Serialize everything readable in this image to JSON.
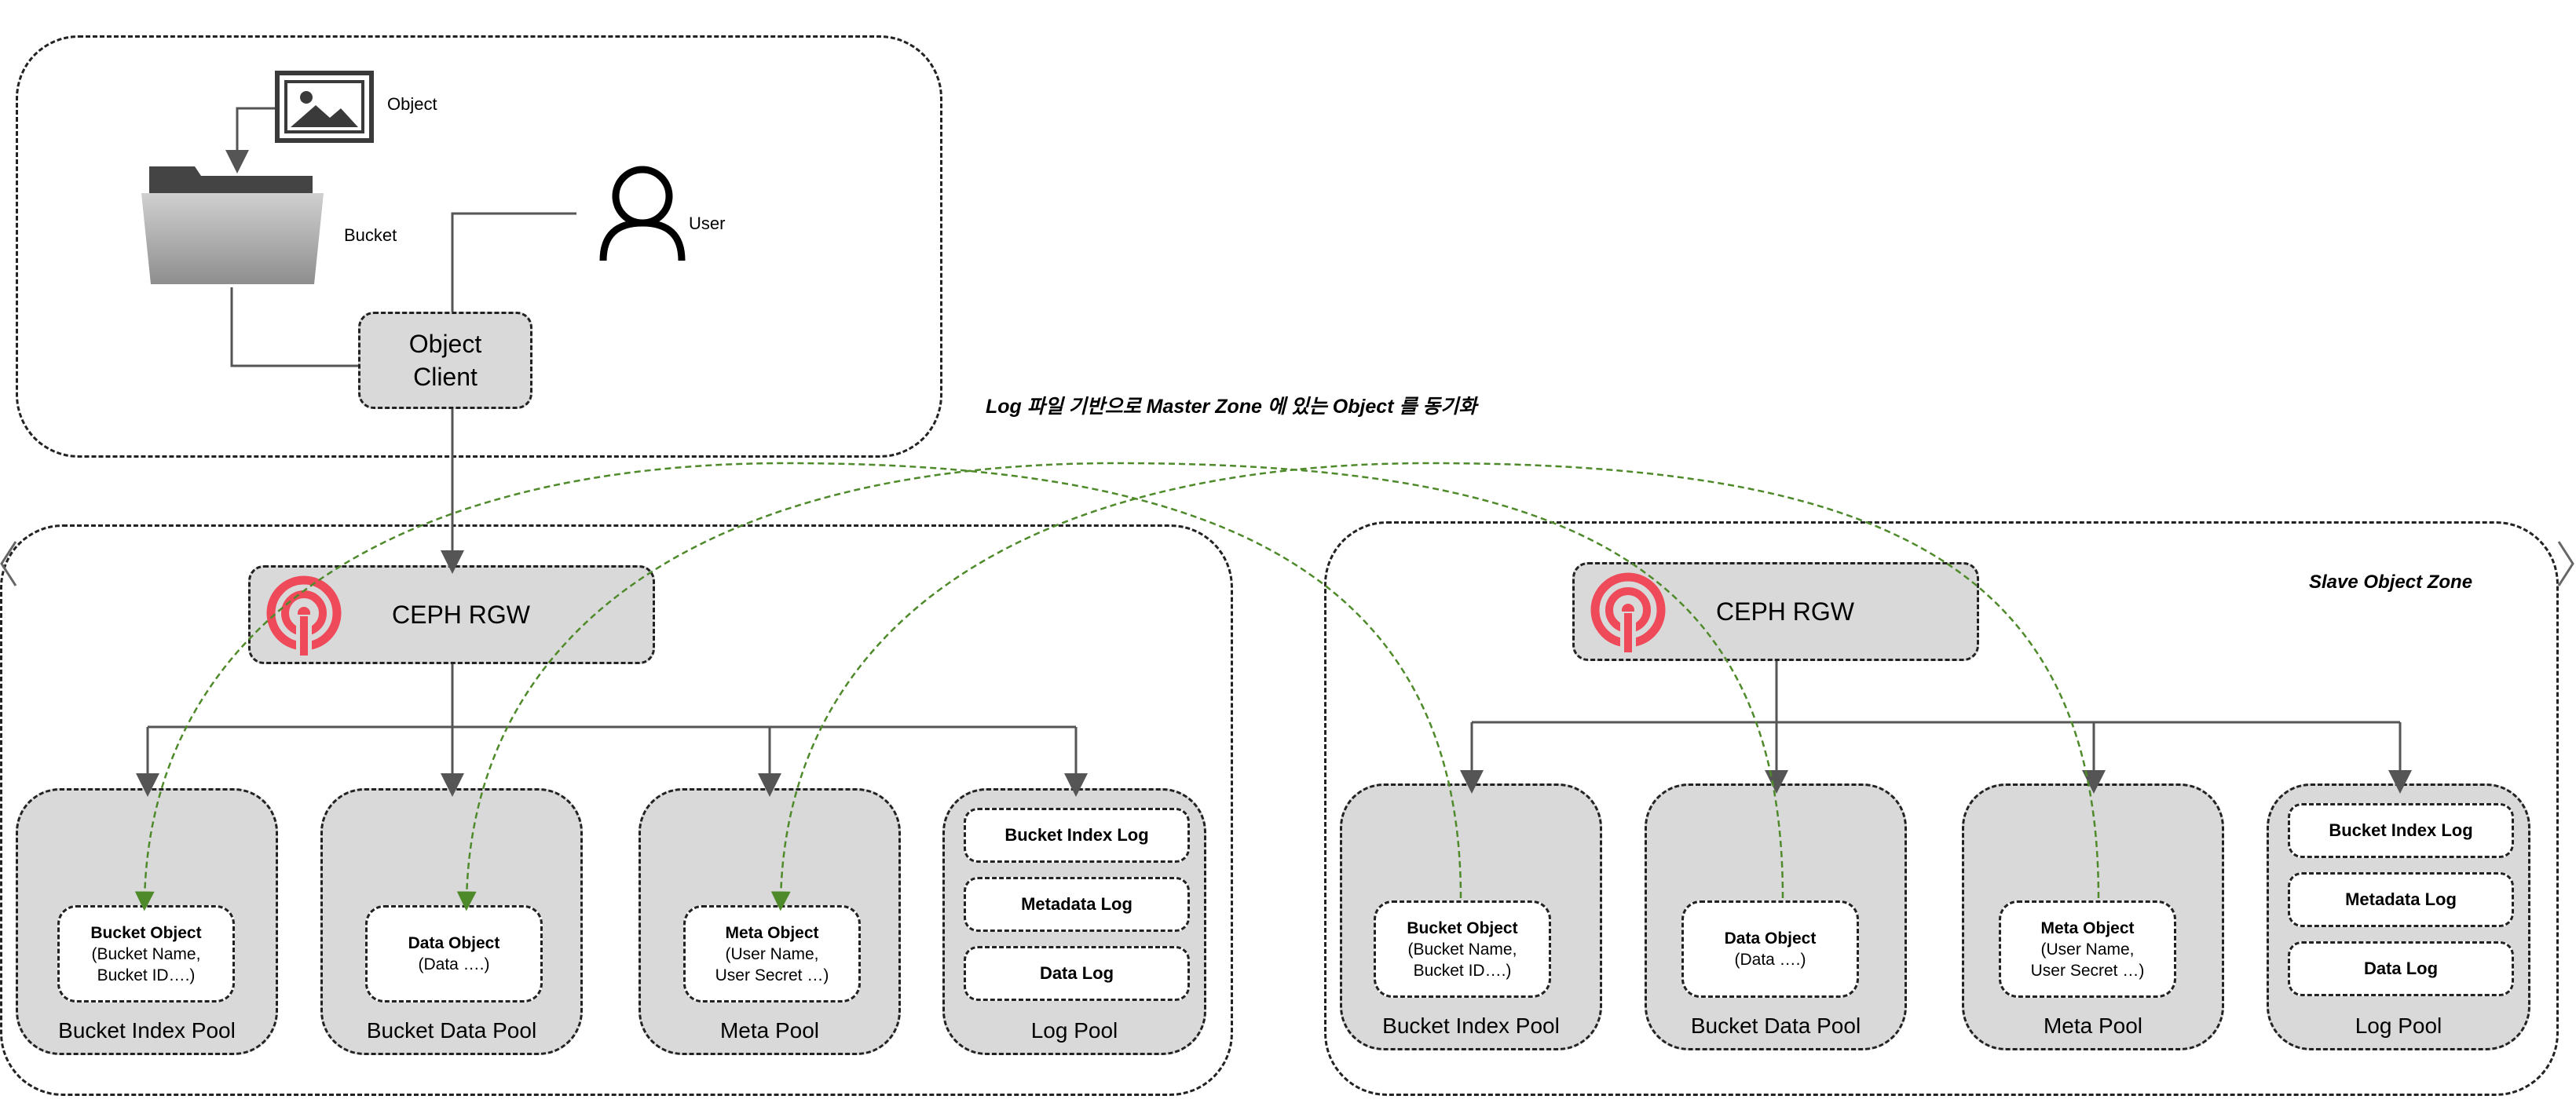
{
  "client_zone": {
    "object_label": "Object",
    "bucket_label": "Bucket",
    "user_label": "User",
    "client_line1": "Object",
    "client_line2": "Client"
  },
  "sync_note": "Log 파일 기반으로 Master  Zone 에 있는 Object 를 동기화",
  "master_zone": {
    "rgw_label": "CEPH RGW",
    "pools": [
      {
        "label": "Bucket Index Pool",
        "obj_title": "Bucket Object",
        "obj_line1": "(Bucket Name,",
        "obj_line2": "Bucket ID….)"
      },
      {
        "label": "Bucket Data Pool",
        "obj_title": "Data Object",
        "obj_line1": "(Data ….)",
        "obj_line2": ""
      },
      {
        "label": "Meta Pool",
        "obj_title": "Meta Object",
        "obj_line1": "(User Name,",
        "obj_line2": "User Secret …)"
      },
      {
        "label": "Log Pool",
        "logs": [
          "Bucket Index Log",
          "Metadata Log",
          "Data Log"
        ]
      }
    ]
  },
  "slave_zone": {
    "title": "Slave  Object Zone",
    "rgw_label": "CEPH RGW",
    "pools": [
      {
        "label": "Bucket Index Pool",
        "obj_title": "Bucket Object",
        "obj_line1": "(Bucket Name,",
        "obj_line2": "Bucket ID….)"
      },
      {
        "label": "Bucket Data Pool",
        "obj_title": "Data Object",
        "obj_line1": "(Data ….)",
        "obj_line2": ""
      },
      {
        "label": "Meta Pool",
        "obj_title": "Meta Object",
        "obj_line1": "(User Name,",
        "obj_line2": "User Secret …)"
      },
      {
        "label": "Log Pool",
        "logs": [
          "Bucket Index Log",
          "Metadata Log",
          "Data Log"
        ]
      }
    ]
  },
  "colors": {
    "pool_fill": "#d9d9d9",
    "connector": "#555555",
    "sync_arrow": "#4e8a2a",
    "ceph_logo": "#ef4a5a",
    "folder_dark": "#444444"
  },
  "icons": [
    "image-icon",
    "folder-icon",
    "user-icon",
    "ceph-logo-icon",
    "chevron-left-icon",
    "chevron-right-icon"
  ]
}
